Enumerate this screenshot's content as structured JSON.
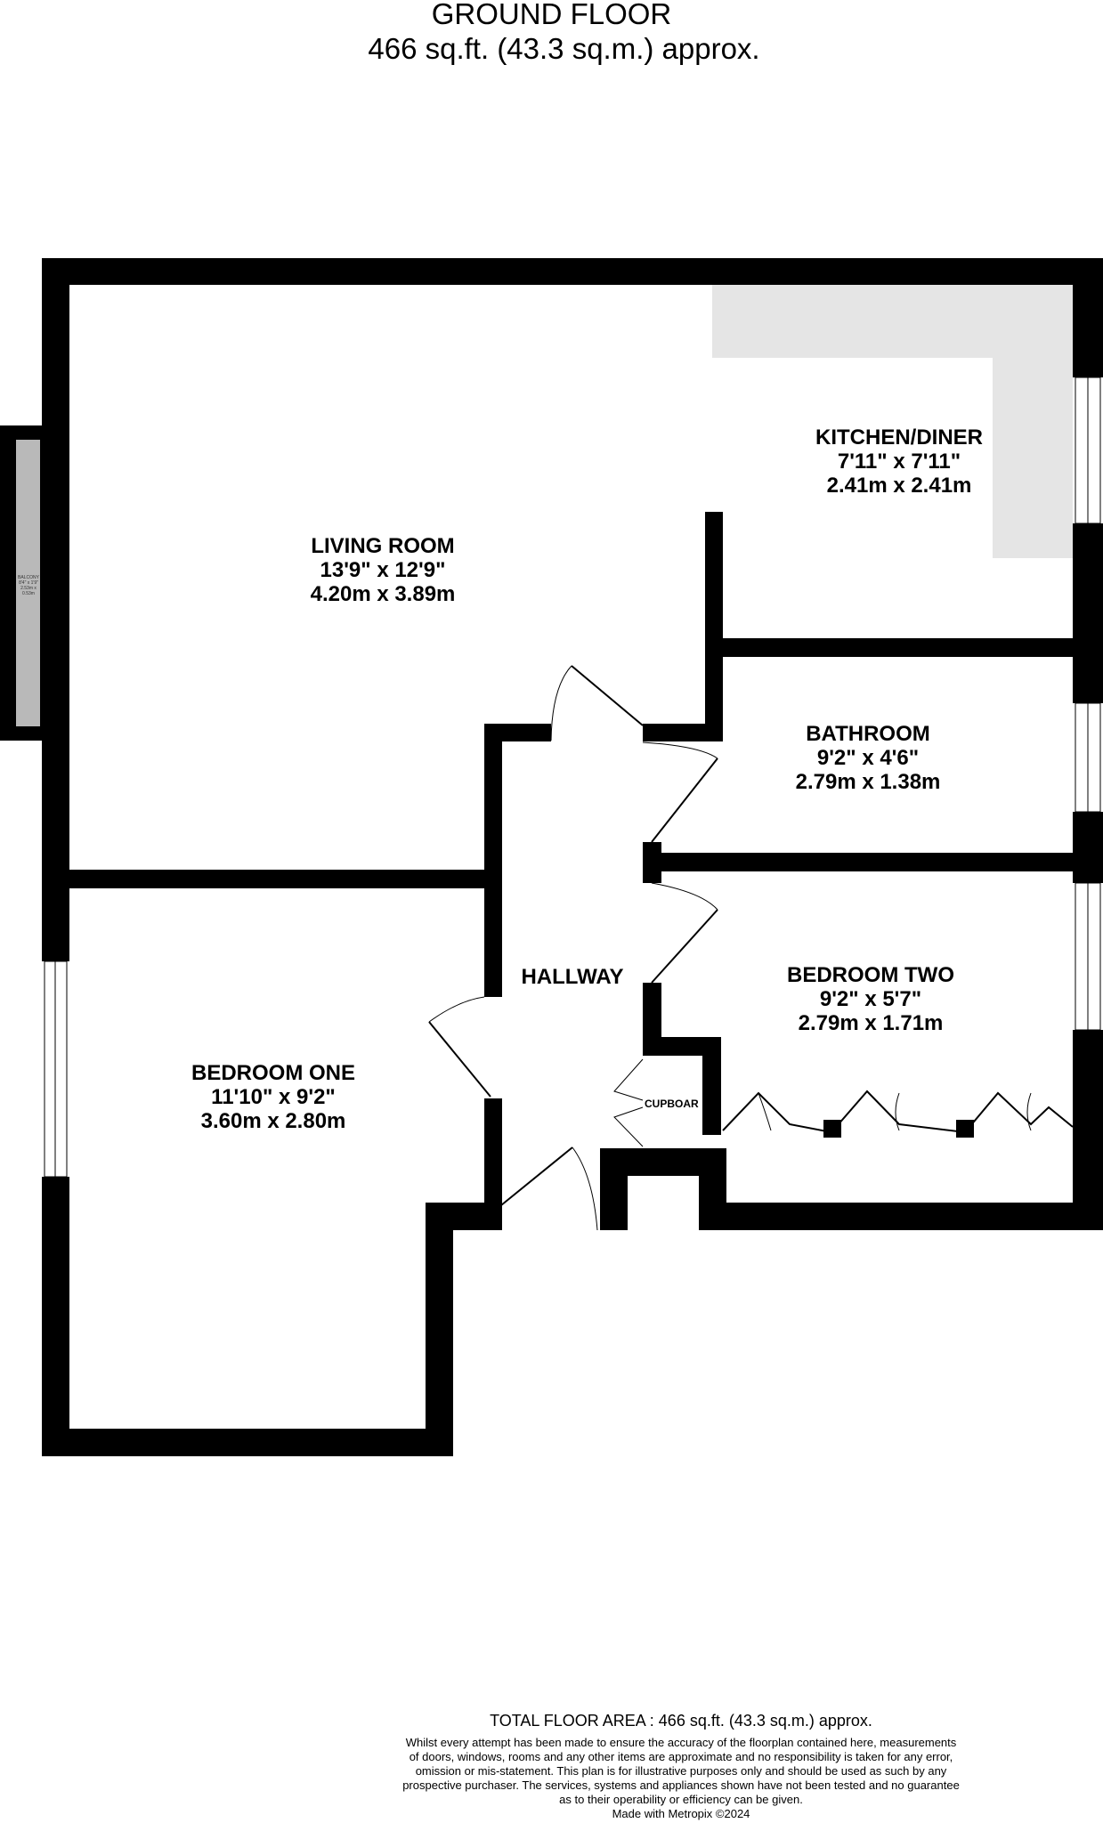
{
  "header": {
    "title": "GROUND FLOOR",
    "subtitle": "466 sq.ft. (43.3 sq.m.) approx."
  },
  "rooms": {
    "kitchen": {
      "name": "KITCHEN/DINER",
      "imperial": "7'11\"  x 7'11\"",
      "metric": "2.41m  x 2.41m"
    },
    "living": {
      "name": "LIVING ROOM",
      "imperial": "13'9\"  x 12'9\"",
      "metric": "4.20m  x 3.89m"
    },
    "bathroom": {
      "name": "BATHROOM",
      "imperial": "9'2\"  x 4'6\"",
      "metric": "2.79m  x 1.38m"
    },
    "bedroom_two": {
      "name": "BEDROOM TWO",
      "imperial": "9'2\"  x 5'7\"",
      "metric": "2.79m  x 1.71m"
    },
    "bedroom_one": {
      "name": "BEDROOM ONE",
      "imperial": "11'10\"  x 9'2\"",
      "metric": "3.60m  x 2.80m"
    },
    "hallway": {
      "name": "HALLWAY"
    },
    "cupboard": {
      "name": "CUPBOAR"
    },
    "balcony": {
      "name": "BALCONY",
      "imperial": "8'4\" x 1'9\"",
      "metric": "2.53m x 0.53m"
    }
  },
  "footer": {
    "area": "TOTAL FLOOR AREA : 466 sq.ft. (43.3 sq.m.) approx.",
    "disclaimer": [
      "Whilst every attempt has been made to ensure the accuracy of the floorplan contained here, measurements",
      "of doors, windows, rooms and any other items are approximate and no responsibility is taken for any error,",
      "omission or mis-statement. This plan is for illustrative purposes only and should be used as such by any",
      "prospective purchaser. The services, systems and appliances shown have not been tested and no guarantee",
      "as to their operability or efficiency can be given."
    ],
    "made_with": "Made with Metropix ©2024"
  },
  "colors": {
    "wall": "#000000",
    "kitchen_worktop": "#e5e5e5",
    "balcony": "#b9b9b9",
    "window": "#ffffff"
  }
}
